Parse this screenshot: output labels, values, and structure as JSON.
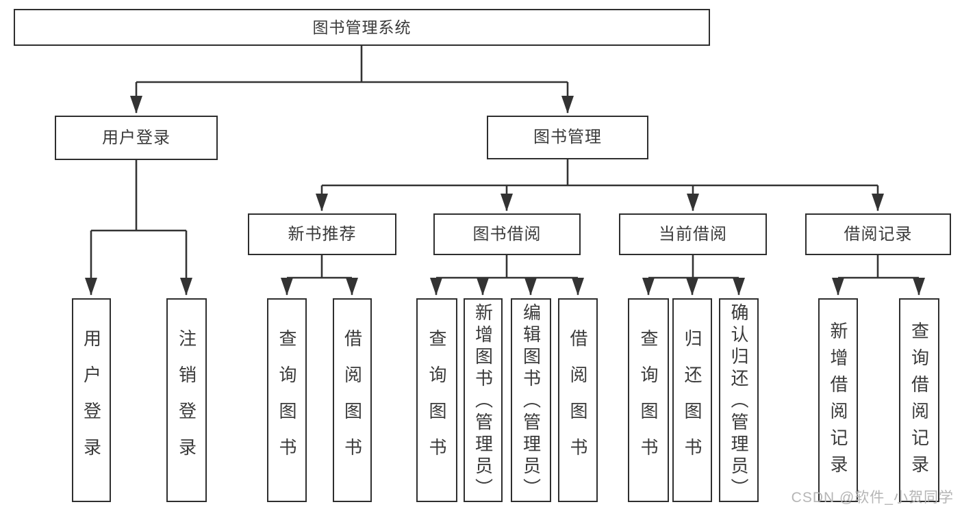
{
  "diagram_type": "hierarchy-tree",
  "tree": {
    "label": "图书管理系统",
    "children": [
      {
        "label": "用户登录",
        "children": [
          {
            "label": "用户登录"
          },
          {
            "label": "注销登录"
          }
        ]
      },
      {
        "label": "图书管理",
        "children": [
          {
            "label": "新书推荐",
            "children": [
              {
                "label": "查询图书"
              },
              {
                "label": "借阅图书"
              }
            ]
          },
          {
            "label": "图书借阅",
            "children": [
              {
                "label": "查询图书"
              },
              {
                "label": "新增图书（管理员）"
              },
              {
                "label": "编辑图书（管理员）"
              },
              {
                "label": "借阅图书"
              }
            ]
          },
          {
            "label": "当前借阅",
            "children": [
              {
                "label": "查询图书"
              },
              {
                "label": "归还图书"
              },
              {
                "label": "确认归还（管理员）"
              }
            ]
          },
          {
            "label": "借阅记录",
            "children": [
              {
                "label": "新增借阅记录"
              },
              {
                "label": "查询借阅记录"
              }
            ]
          }
        ]
      }
    ]
  },
  "watermark": "CSDN @软件_小贺同学",
  "colors": {
    "line": "#333333",
    "box_border": "#2e2e2e",
    "text": "#3a3a3a",
    "watermark": "#b5b5b5",
    "background": "#ffffff"
  }
}
